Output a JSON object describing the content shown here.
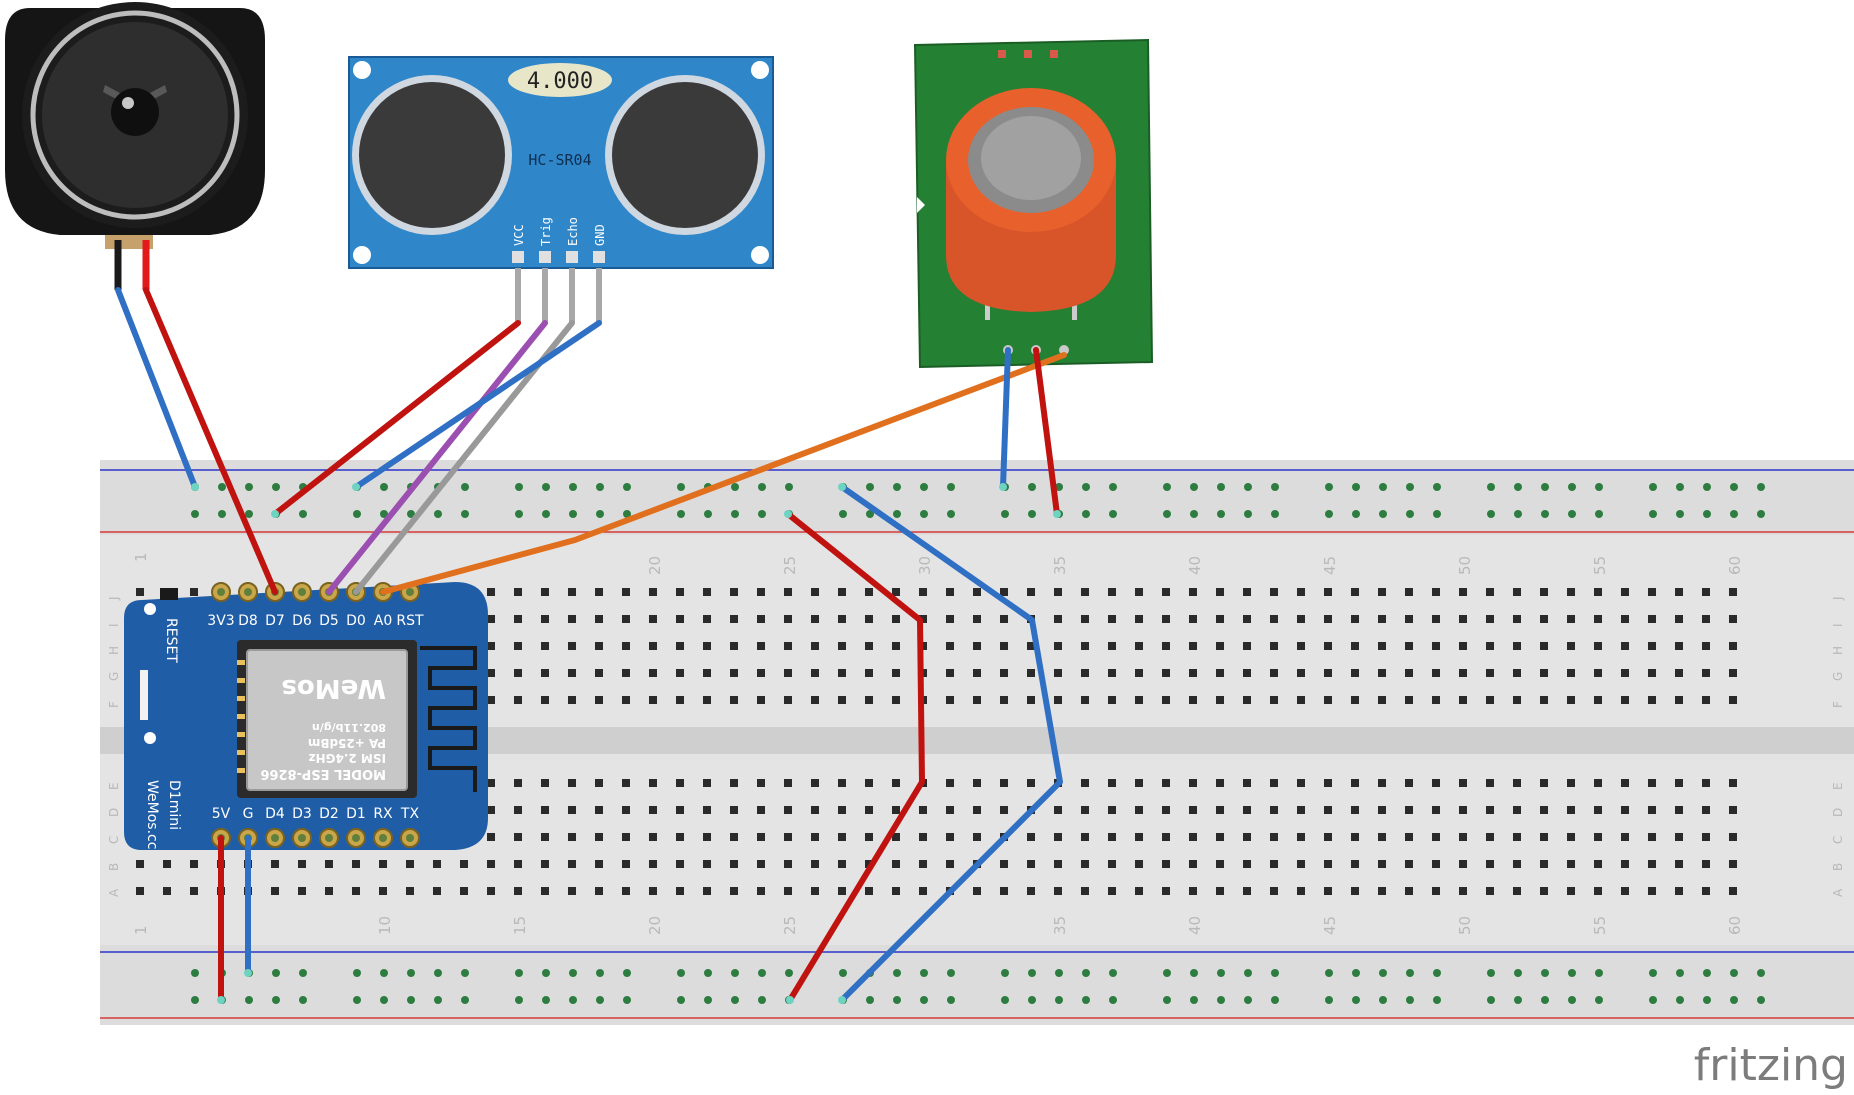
{
  "breadboard": {
    "column_labels": [
      "1",
      "10",
      "15",
      "20",
      "25",
      "30",
      "35",
      "40",
      "45",
      "50",
      "55",
      "60"
    ],
    "row_labels_top": [
      "J",
      "I",
      "H",
      "G",
      "F"
    ],
    "row_labels_bottom": [
      "E",
      "D",
      "C",
      "B",
      "A"
    ]
  },
  "wemos": {
    "reset_label": "RESET",
    "top_pins": [
      "3V3",
      "D8",
      "D7",
      "D6",
      "D5",
      "D0",
      "A0",
      "RST"
    ],
    "bottom_pins": [
      "5V",
      "G",
      "D4",
      "D3",
      "D2",
      "D1",
      "RX",
      "TX"
    ],
    "board_name": "D1mini",
    "board_brand": "WeMos.cc",
    "chip_text": [
      "MODEL ESP-8266",
      "ISM 2.4GHz",
      "PA +25dBm",
      "802.11b/g/n"
    ],
    "chip_logo": "WeMos"
  },
  "hcsr04": {
    "display": "4.000",
    "name": "HC-SR04",
    "pins": [
      "VCC",
      "Trig",
      "Echo",
      "GND"
    ]
  },
  "brand": "fritzing",
  "colors": {
    "wire_red": "#c0120f",
    "wire_blue": "#2f6fc4",
    "wire_purple": "#9b4fb0",
    "wire_gray": "#999999",
    "wire_orange": "#e0701d",
    "sensor_blue": "#2f86c9",
    "gas_board_green": "#248032",
    "gas_sensor_orange": "#e8602c",
    "wemos_blue": "#1f5da7"
  }
}
